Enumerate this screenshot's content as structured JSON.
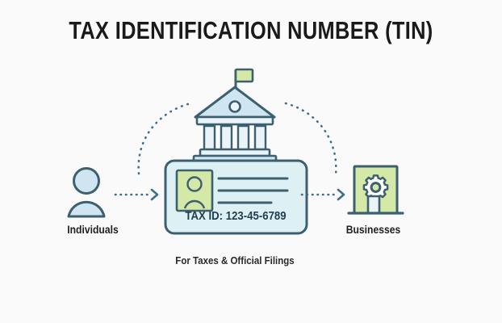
{
  "page": {
    "background_color": "#fafafa",
    "title": "TAX IDENTIFICATION NUMBER (TIN)",
    "caption": "For Taxes & Official Filings"
  },
  "palette": {
    "stroke_dark": "#3d5f6e",
    "stroke_navy": "#2f5568",
    "fill_light_blue": "#cfe6f2",
    "fill_pale_cyan": "#ddf0f3",
    "fill_green": "#d4e8a8",
    "fill_white_blue": "#eaf4f8",
    "text_dark": "#1a1a1a",
    "text_card": "#213f4e",
    "arrow_color": "#3f6f8a"
  },
  "nodes": {
    "individuals": {
      "label": "Individuals",
      "icon": "person-icon"
    },
    "authority": {
      "label": "",
      "icon": "government-building-icon",
      "flag_color": "#d4e8a8"
    },
    "businesses": {
      "label": "Businesses",
      "icon": "business-building-icon",
      "inner_icon": "gear-icon"
    }
  },
  "id_card": {
    "name": "tax-id-card",
    "photo_icon": "person-photo-icon",
    "detail_lines": 3,
    "tax_id_text": "TAX ID: 123-45-6789"
  },
  "connectors": [
    {
      "name": "arrow-individuals-to-card",
      "style": "dotted",
      "direction": "right"
    },
    {
      "name": "arrow-card-to-businesses",
      "style": "dotted",
      "direction": "right"
    },
    {
      "name": "arc-card-to-authority",
      "style": "dotted-curve"
    },
    {
      "name": "arc-authority-to-businesses",
      "style": "dotted-curve"
    }
  ]
}
